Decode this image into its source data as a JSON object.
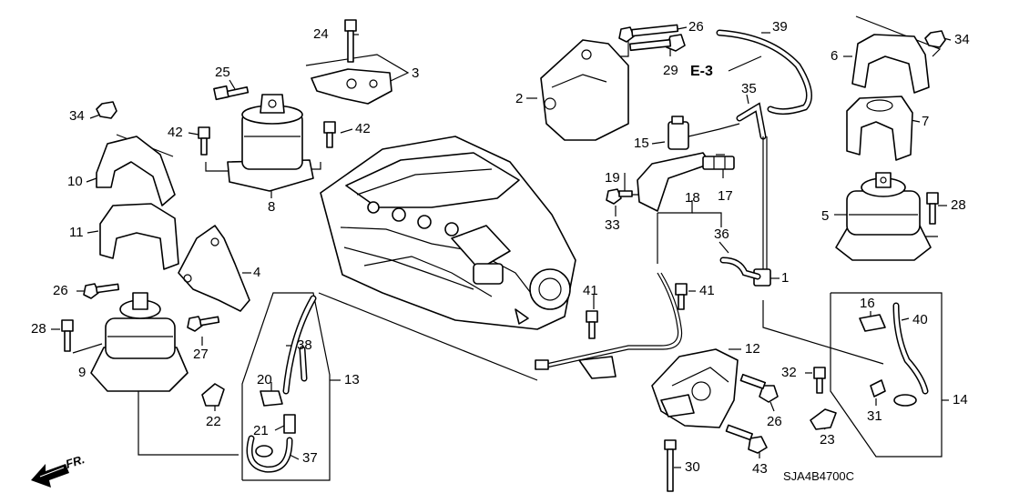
{
  "callouts": {
    "n1": "1",
    "n2": "2",
    "n3": "3",
    "n4": "4",
    "n5": "5",
    "n6": "6",
    "n7": "7",
    "n8": "8",
    "n9": "9",
    "n10": "10",
    "n11": "11",
    "n12": "12",
    "n13": "13",
    "n14": "14",
    "n15": "15",
    "n16": "16",
    "n17": "17",
    "n18": "18",
    "n19": "19",
    "n20": "20",
    "n21": "21",
    "n22": "22",
    "n23": "23",
    "n24": "24",
    "n25": "25",
    "n26a": "26",
    "n26b": "26",
    "n26c": "26",
    "n27": "27",
    "n28a": "28",
    "n28b": "28",
    "n29": "29",
    "n30": "30",
    "n31": "31",
    "n32": "32",
    "n33": "33",
    "n34a": "34",
    "n34b": "34",
    "n35": "35",
    "n36": "36",
    "n37": "37",
    "n38": "38",
    "n39": "39",
    "n40": "40",
    "n41a": "41",
    "n41b": "41",
    "n42a": "42",
    "n42b": "42",
    "n43": "43"
  },
  "reference_label": "E-3",
  "front_label": "FR.",
  "diagram_code": "SJA4B4700C",
  "icons": {
    "front_arrow": "front-direction-arrow-icon"
  }
}
